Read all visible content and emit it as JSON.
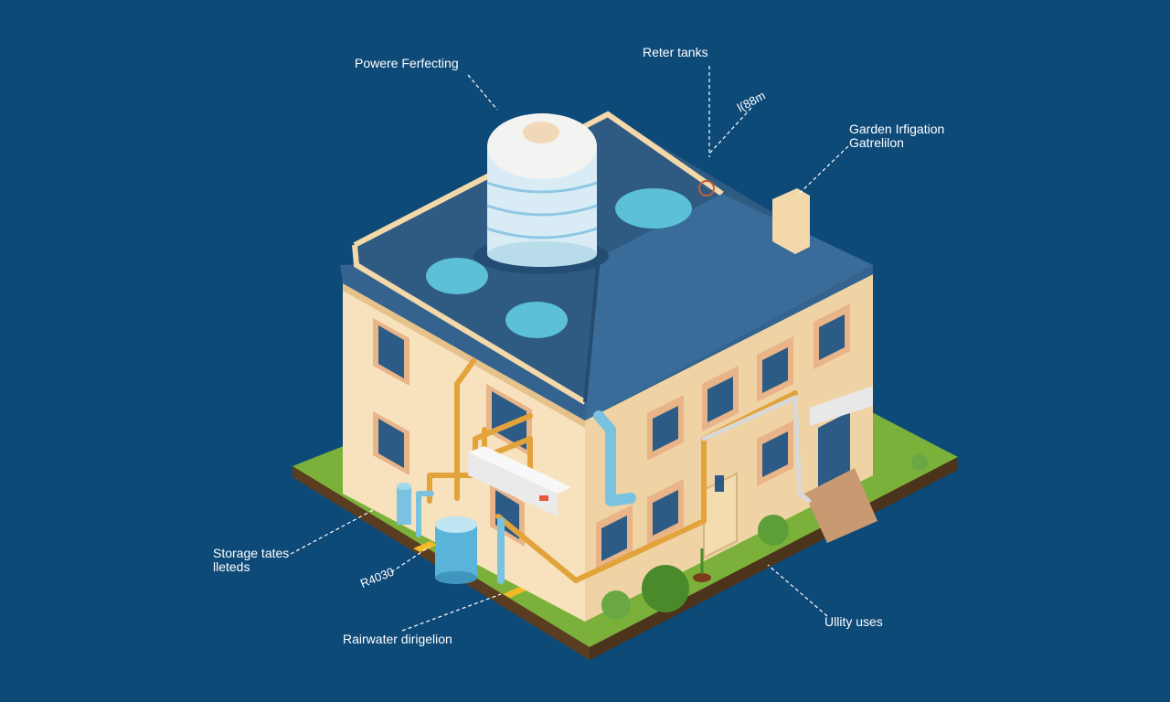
{
  "diagram": {
    "colors": {
      "background": "#0e4a78",
      "wall": "#f7e2bd",
      "roof": "#34638f",
      "flat_roof": "#2f5a82",
      "grass": "#7bb13a",
      "soil": "#6b4b2a",
      "pipe_copper": "#e3a33b",
      "pipe_blue": "#79c3e0",
      "tank": "#d9ecf6",
      "leader": "#ffffff"
    },
    "labels": {
      "power_perfecting": "Powere Ferfecting",
      "reter_tanks": "Reter tanks",
      "code_top": "l(88m",
      "garden_irrigation_1": "Garden Irfigation",
      "garden_irrigation_2": "Gatrelilon",
      "storage_tates_1": "Storage tates",
      "storage_tates_2": "lleteds",
      "r4030": "R4030",
      "rainwater_dirigelion": "Rairwater dirigelion",
      "ullity_uses": "Ullity uses"
    }
  }
}
